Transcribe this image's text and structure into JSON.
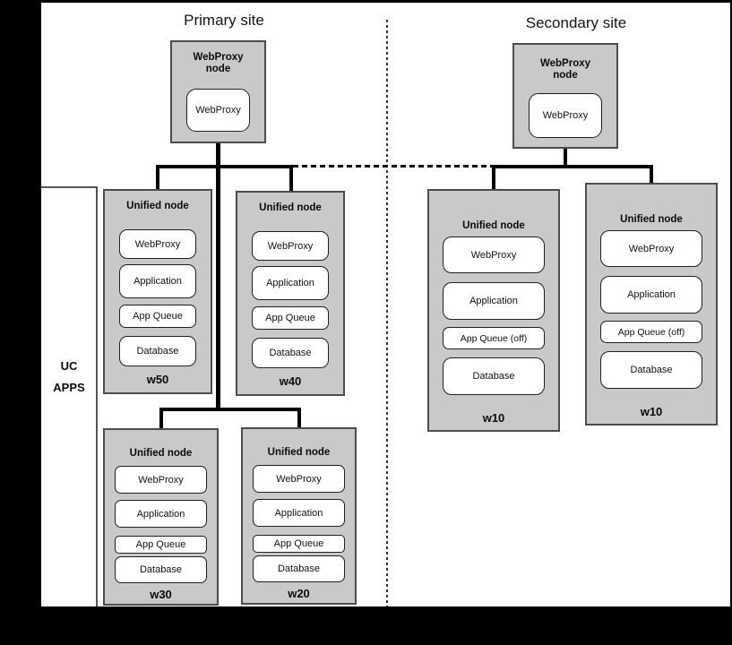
{
  "sites": {
    "primary": {
      "title": "Primary site",
      "proxy_node": {
        "title": "WebProxy node",
        "component": "WebProxy"
      },
      "unified_nodes": [
        {
          "title": "Unified node",
          "components": [
            "WebProxy",
            "Application",
            "App Queue",
            "Database"
          ],
          "name": "w50"
        },
        {
          "title": "Unified node",
          "components": [
            "WebProxy",
            "Application",
            "App Queue",
            "Database"
          ],
          "name": "w40"
        },
        {
          "title": "Unified node",
          "components": [
            "WebProxy",
            "Application",
            "App Queue",
            "Database"
          ],
          "name": "w30"
        },
        {
          "title": "Unified node",
          "components": [
            "WebProxy",
            "Application",
            "App Queue",
            "Database"
          ],
          "name": "w20"
        }
      ]
    },
    "secondary": {
      "title": "Secondary site",
      "proxy_node": {
        "title": "WebProxy node",
        "component": "WebProxy"
      },
      "unified_nodes": [
        {
          "title": "Unified node",
          "components": [
            "WebProxy",
            "Application",
            "App Queue (off)",
            "Database"
          ],
          "name": "w10"
        },
        {
          "title": "Unified node",
          "components": [
            "WebProxy",
            "Application",
            "App Queue (off)",
            "Database"
          ],
          "name": "w10"
        }
      ]
    }
  },
  "side_label": {
    "line1": "UC",
    "line2": "APPS"
  },
  "colors": {
    "frame": "#000000",
    "sheet": "#ffffff",
    "node_fill": "#c9c9c9",
    "node_border": "#4d4d4d",
    "component_fill": "#ffffff",
    "component_border": "#1f1f1f",
    "connector": "#000000",
    "divider": "#333333"
  }
}
